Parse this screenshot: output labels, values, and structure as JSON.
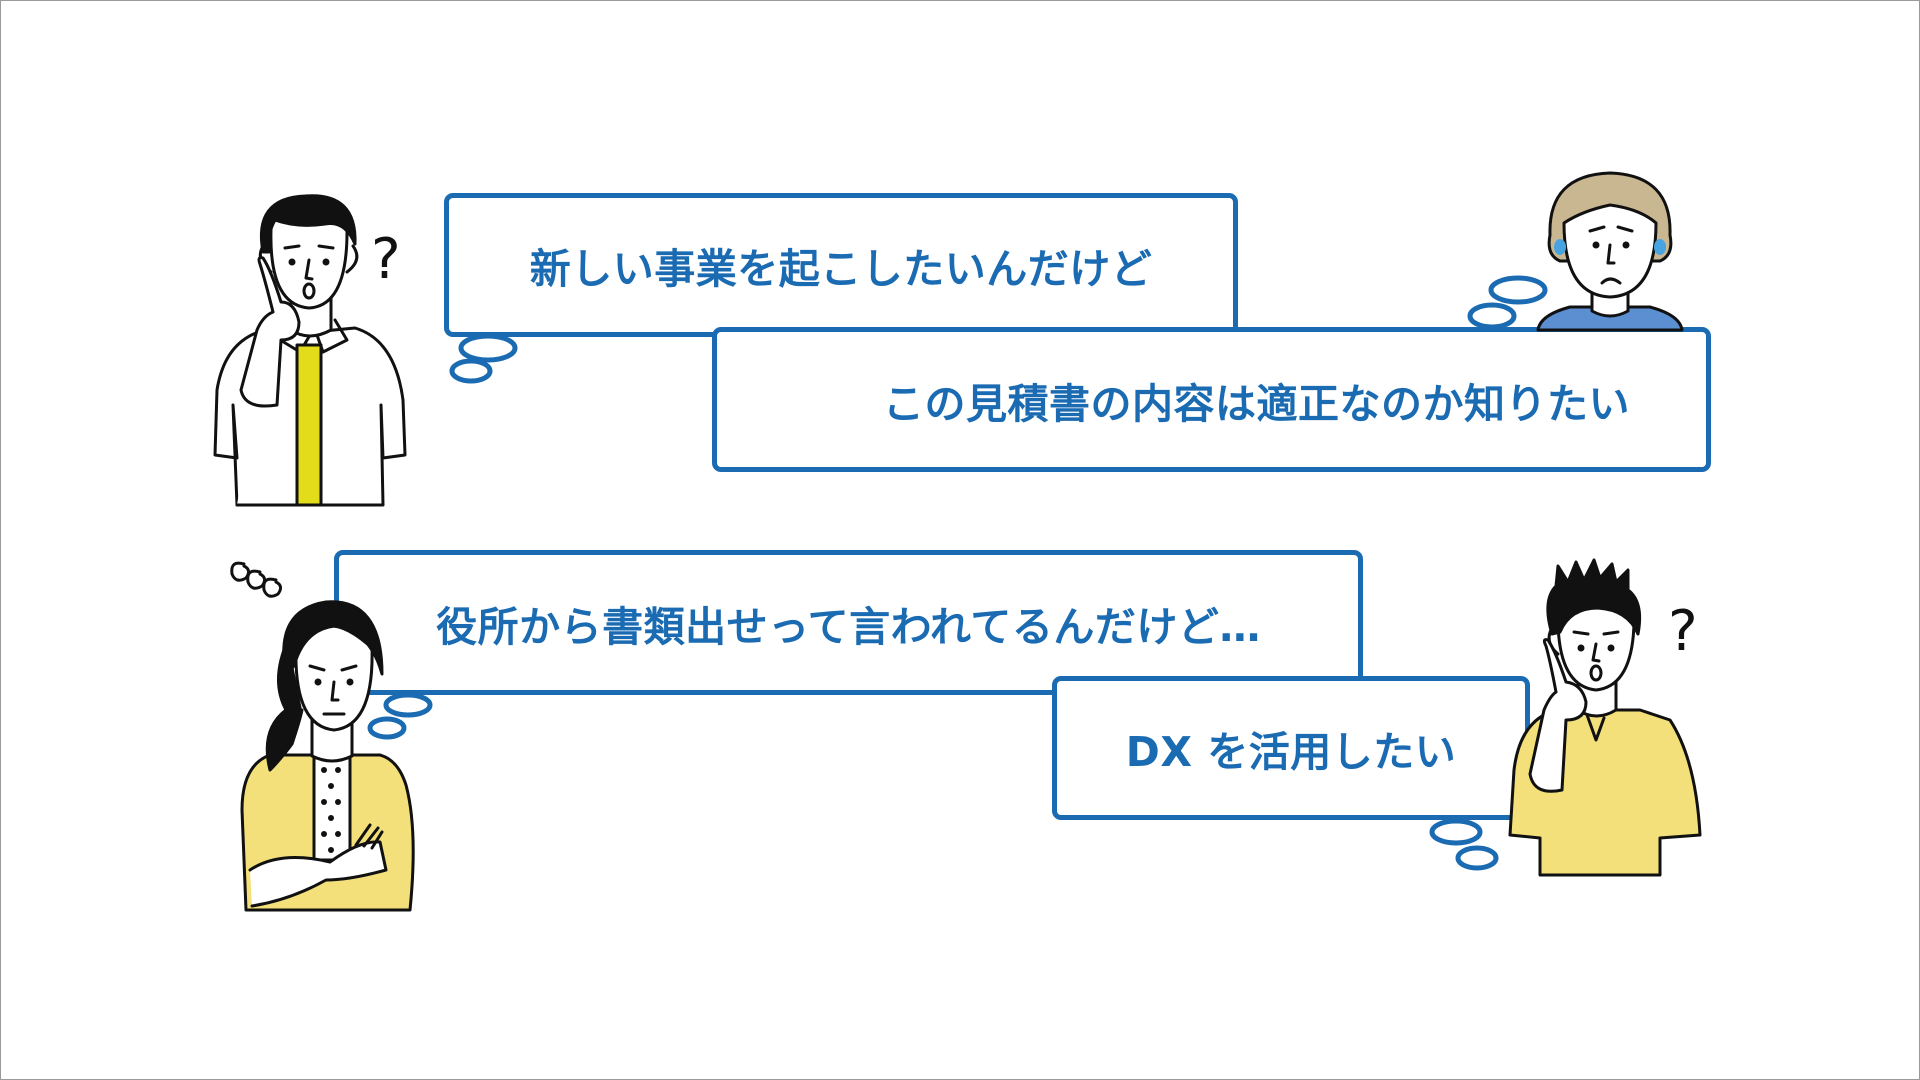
{
  "speech_bubbles": [
    {
      "text": "新しい事業を起こしたいんだけど"
    },
    {
      "text": "この見積書の内容は適正なのか知りたい"
    },
    {
      "text": "役所から書類出せって言われてるんだけど…"
    },
    {
      "text": "DX を活用したい"
    }
  ],
  "colors": {
    "accent": "#1b6bb3",
    "figure_yellow": "#f3e07a",
    "stripe_yellow": "#e2dc1a",
    "figure_blue": "#5b8fd2",
    "hair_tan": "#c9b791",
    "sweat_blue": "#47a4e0",
    "outline": "#111111"
  },
  "figures": [
    {
      "icon": "thinking-man-icon",
      "symbol": "?"
    },
    {
      "icon": "worried-woman-icon"
    },
    {
      "icon": "confused-woman-icon"
    },
    {
      "icon": "thinking-young-man-icon",
      "symbol": "?"
    }
  ]
}
